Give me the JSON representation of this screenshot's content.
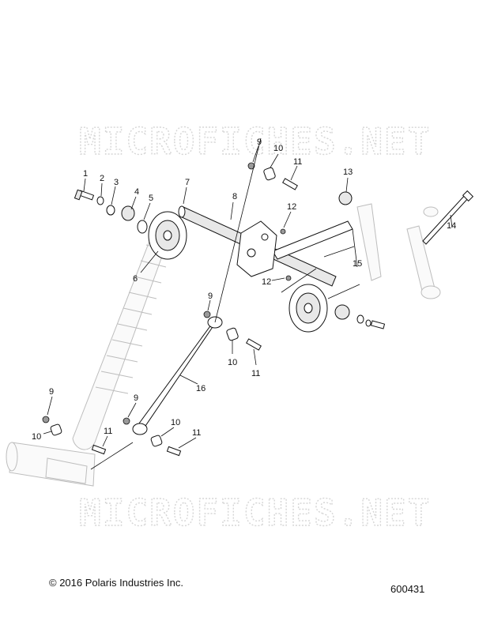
{
  "watermark": "MICROFICHES.NET",
  "callouts": [
    "1",
    "2",
    "3",
    "4",
    "5",
    "6",
    "7",
    "8",
    "9",
    "10",
    "11",
    "12",
    "13",
    "14",
    "15",
    "16"
  ],
  "footer": {
    "copyright": "© 2016 Polaris Industries Inc.",
    "diagram_number": "600431"
  }
}
